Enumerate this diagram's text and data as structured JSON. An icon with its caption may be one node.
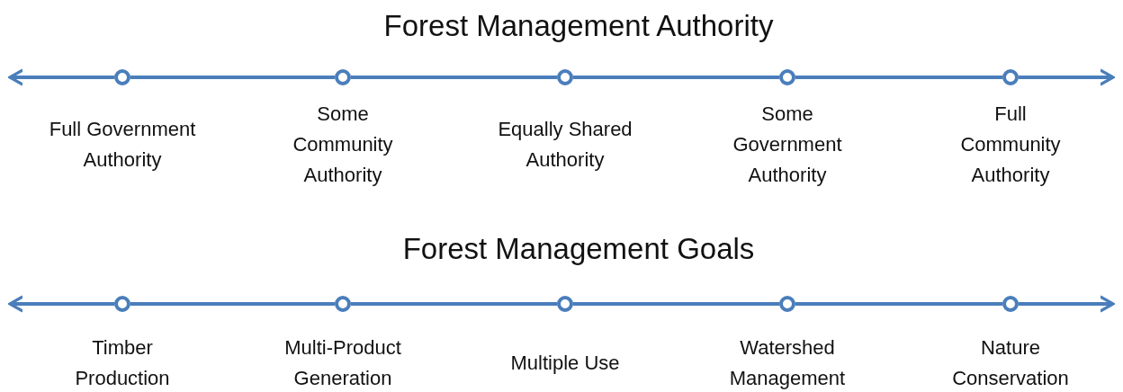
{
  "diagram": {
    "nodes": [
      {
        "text": [],
        "shape": "circle",
        "beside": [
          "Full Government Authority"
        ]
      },
      {
        "text": [],
        "shape": "circle",
        "beside": [
          "Some Community Authority"
        ]
      },
      {
        "text": [],
        "shape": "circle",
        "beside": [
          "Equally Shared Authority"
        ]
      },
      {
        "text": [],
        "shape": "circle",
        "beside": [
          "Some Government Authority"
        ]
      },
      {
        "text": [],
        "shape": "circle",
        "beside": [
          "Full Community Authority"
        ]
      },
      {
        "text": [],
        "shape": "circle",
        "beside": [
          "Timber Production"
        ]
      },
      {
        "text": [],
        "shape": "circle",
        "beside": [
          "Multi-Product Generation"
        ]
      },
      {
        "text": [],
        "shape": "circle",
        "beside": [
          "Multiple Use"
        ]
      },
      {
        "text": [],
        "shape": "circle",
        "beside": [
          "Watershed Management"
        ]
      },
      {
        "text": [],
        "shape": "circle",
        "beside": [
          "Nature Conservation"
        ]
      }
    ],
    "edges": [
      {
        "from": 0,
        "to": null,
        "arrow": "to"
      },
      {
        "from": 0,
        "to": 1,
        "arrow": "none"
      },
      {
        "from": 1,
        "to": 2,
        "arrow": "none"
      },
      {
        "from": 2,
        "to": 3,
        "arrow": "none"
      },
      {
        "from": 3,
        "to": 4,
        "arrow": "none"
      },
      {
        "from": 4,
        "to": null,
        "arrow": "to"
      },
      {
        "from": 5,
        "to": null,
        "arrow": "to"
      },
      {
        "from": 5,
        "to": 6,
        "arrow": "none"
      },
      {
        "from": 6,
        "to": 7,
        "arrow": "none"
      },
      {
        "from": 7,
        "to": 8,
        "arrow": "none"
      },
      {
        "from": 8,
        "to": 9,
        "arrow": "none"
      },
      {
        "from": 9,
        "to": null,
        "arrow": "to"
      }
    ],
    "labels": [
      "Forest Management Authority",
      "Forest Management Goals"
    ]
  }
}
